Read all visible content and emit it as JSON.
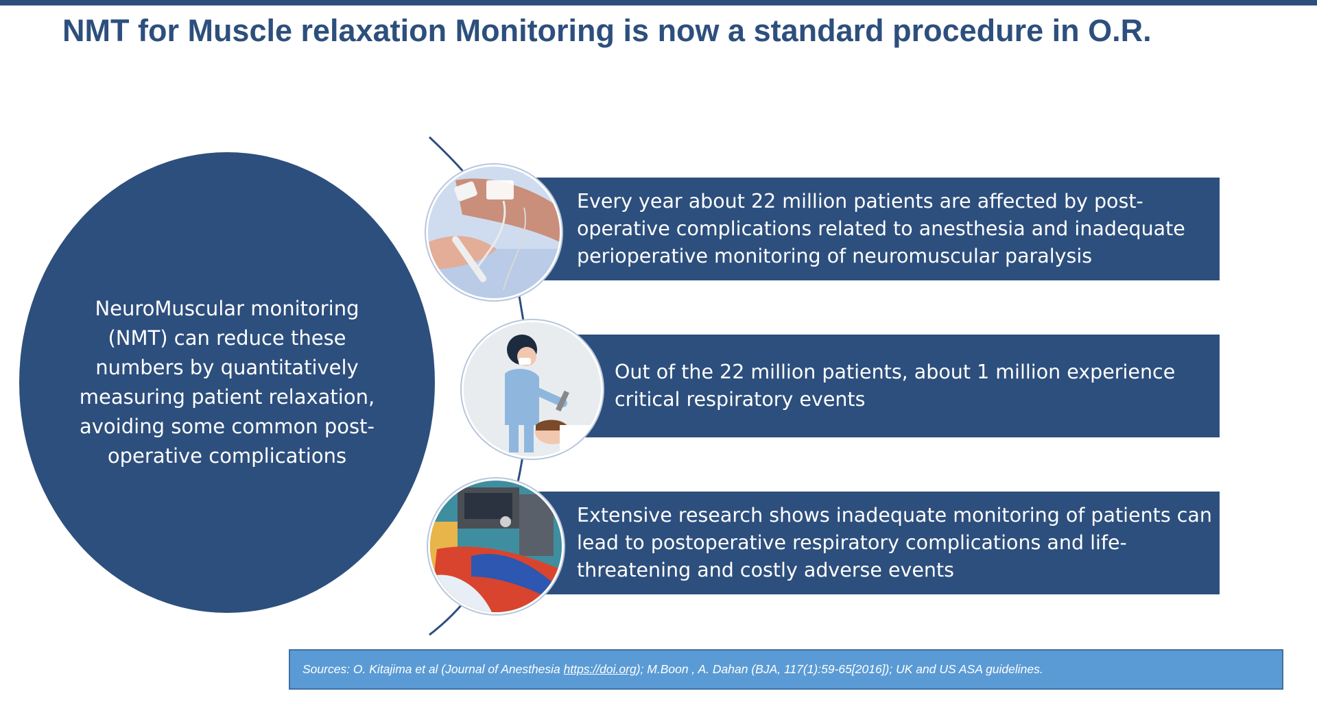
{
  "title": "NMT for Muscle relaxation Monitoring is now a standard procedure in O.R.",
  "main_circle": {
    "text": "NeuroMuscular monitoring (NMT) can reduce these numbers by quantitatively measuring patient relaxation, avoiding some common post-operative complications"
  },
  "items": [
    {
      "text": "Every year about 22 million patients  are affected by post-operative  complications related to anesthesia and  inadequate perioperative monitoring of  neuromuscular paralysis",
      "image_icon": "iv-drip-hand-photo"
    },
    {
      "text": "Out of the 22 million patients, about 1 million  experience critical respiratory events",
      "image_icon": "nurse-patient-illustration"
    },
    {
      "text": "Extensive research shows inadequate monitoring of patients can  lead to postoperative respiratory  complications and life-threatening and  costly adverse events",
      "image_icon": "operating-room-photo"
    }
  ],
  "sources": {
    "prefix": "Sources: O. Kitajima et al (Journal of Anesthesia ",
    "link": "https://doi.org",
    "suffix": "); M.Boon , A. Dahan (BJA, 117(1):59-65[2016]); UK and US ASA guidelines."
  },
  "colors": {
    "primary": "#2d4f7d",
    "sources_bg": "#5b9bd5",
    "text_light": "#ffffff"
  }
}
